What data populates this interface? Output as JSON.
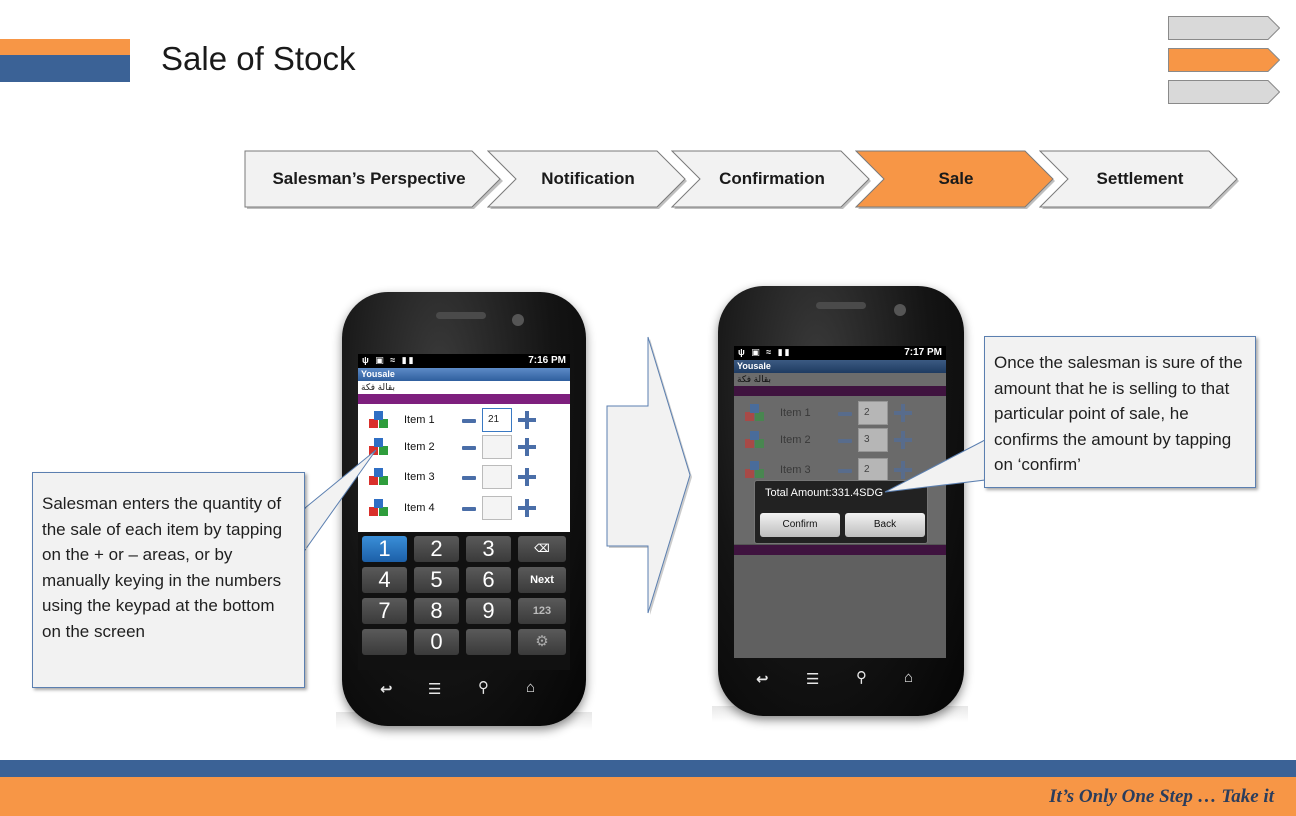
{
  "page": {
    "title": "Sale of Stock",
    "tagline": "It’s Only One Step … Take it"
  },
  "steps": [
    {
      "label": "Salesman’s Perspective",
      "active": false
    },
    {
      "label": "Notification",
      "active": false
    },
    {
      "label": "Confirmation",
      "active": false
    },
    {
      "label": "Sale",
      "active": true
    },
    {
      "label": "Settlement",
      "active": false
    }
  ],
  "colors": {
    "accent_orange": "#f79646",
    "accent_blue": "#3b6296",
    "step_inactive": "#f2f2f2",
    "callout_border": "#5b7fb0"
  },
  "callouts": {
    "left": "Salesman enters the quantity of the sale of each item by tapping on the + or – areas, or by manually keying in the numbers using the keypad at the bottom on the screen",
    "right": "Once the salesman is sure of the amount that he is selling to that particular point of sale, he confirms the amount by tapping on ‘confirm’"
  },
  "phone1": {
    "time": "7:16 PM",
    "app_title": "Yousale",
    "shop_name": "بقالة فكة",
    "items": [
      {
        "name": "Item 1",
        "qty": "21"
      },
      {
        "name": "Item 2",
        "qty": ""
      },
      {
        "name": "Item 3",
        "qty": ""
      },
      {
        "name": "Item 4",
        "qty": ""
      }
    ],
    "keys": {
      "k1": "1",
      "k2": "2",
      "k3": "3",
      "del": "⌫",
      "k4": "4",
      "k5": "5",
      "k6": "6",
      "next": "Next",
      "k7": "7",
      "k8": "8",
      "k9": "9",
      "mode": "123",
      "k0": "0",
      "settings": "⚙"
    }
  },
  "phone2": {
    "time": "7:17 PM",
    "app_title": "Yousale",
    "shop_name": "بقالة فكة",
    "items": [
      {
        "name": "Item 1",
        "qty": "2"
      },
      {
        "name": "Item 2",
        "qty": "3"
      },
      {
        "name": "Item 3",
        "qty": "2"
      }
    ],
    "dialog": {
      "total": "Total Amount:331.4SDG",
      "confirm": "Confirm",
      "back": "Back"
    }
  },
  "icons": {
    "nav_back": "back-icon",
    "nav_menu": "menu-icon",
    "nav_search": "search-icon",
    "nav_home": "home-icon",
    "item": "cube-stack-icon"
  }
}
